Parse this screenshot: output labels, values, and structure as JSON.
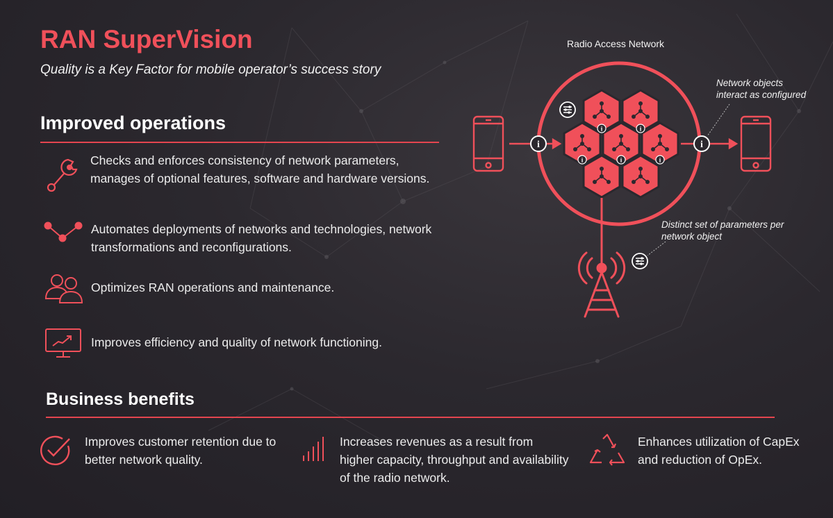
{
  "header": {
    "title": "RAN SuperVision",
    "subtitle": "Quality is a Key Factor for mobile operator’s success story"
  },
  "improved_operations": {
    "heading": "Improved operations",
    "items": [
      {
        "icon": "wrench-node-icon",
        "text": "Checks and enforces consistency of network parameters, manages of optional features, software and hardware versions."
      },
      {
        "icon": "connected-nodes-icon",
        "text": "Automates deployments of networks and technologies, network transformations and reconfigurations."
      },
      {
        "icon": "people-icon",
        "text": "Optimizes RAN operations and maintenance."
      },
      {
        "icon": "monitor-growth-icon",
        "text": "Improves efficiency and quality of network functioning."
      }
    ]
  },
  "business_benefits": {
    "heading": "Business benefits",
    "items": [
      {
        "icon": "check-circle-icon",
        "text": "Improves customer retention due to better network quality."
      },
      {
        "icon": "signal-bars-icon",
        "text": "Increases revenues as a result from higher capacity, throughput and availability of the radio network."
      },
      {
        "icon": "recycle-icon",
        "text": "Enhances utilization of CapEx and  reduction of OpEx."
      }
    ]
  },
  "diagram": {
    "title": "Radio Access Network",
    "callout_interact": "Network objects\ninteract as configured",
    "callout_params": "Distinct set of parameters per\nnetwork object",
    "info_glyph": "i"
  },
  "colors": {
    "accent": "#f0505a",
    "accent_dark": "#e4454f",
    "background": "#2b282e",
    "text": "#ececec"
  }
}
